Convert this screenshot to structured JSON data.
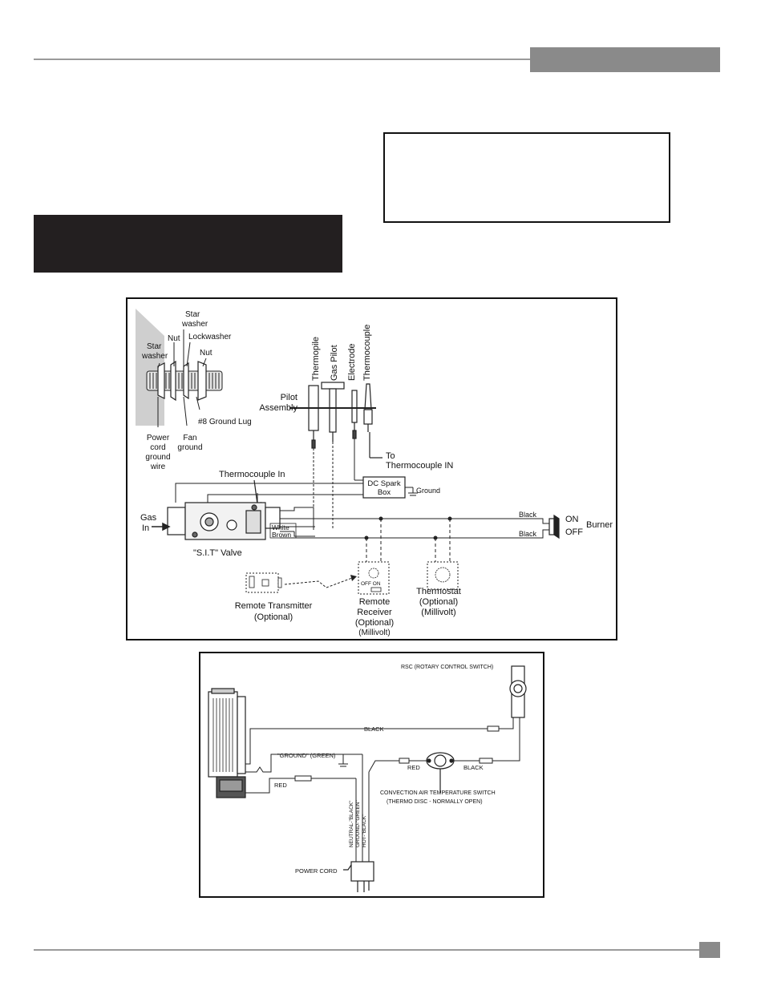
{
  "gas_diagram": {
    "labels": {
      "star_washer_top": [
        "Star",
        "washer"
      ],
      "nut_top": "Nut",
      "star_washer_left": [
        "Star",
        "washer"
      ],
      "lockwasher": "Lockwasher",
      "nut_right": "Nut",
      "ground_lug": "#8 Ground Lug",
      "power_cord_ground": [
        "Power",
        "cord",
        "ground",
        "wire"
      ],
      "fan_ground": [
        "Fan",
        "ground"
      ],
      "thermopile": "Thermopile",
      "gas_pilot": "Gas Pilot",
      "electrode": "Electrode",
      "thermocouple": "Thermocouple",
      "pilot_assembly": [
        "Pilot",
        "Assembly"
      ],
      "to_thermocouple_in": [
        "To",
        "Thermocouple IN"
      ],
      "thermocouple_in": "Thermocouple In",
      "dc_spark_box": [
        "DC Spark",
        "Box"
      ],
      "ground": "Ground",
      "gas_in": [
        "Gas",
        "In"
      ],
      "white_wire": "White",
      "brown_wire": "Brown",
      "black_wire_top": "Black",
      "black_wire_bottom": "Black",
      "on": "ON",
      "off": "OFF",
      "burner": "Burner",
      "sit_valve": "\"S.I.T\" Valve",
      "remote_transmitter": [
        "Remote Transmitter",
        "(Optional)"
      ],
      "remote_receiver": [
        "Remote",
        "Receiver",
        "(Optional)",
        "(Millivolt)"
      ],
      "receiver_switch": "OFF  ON",
      "thermostat": [
        "Thermostat",
        "(Optional)",
        "(Millivolt)"
      ]
    }
  },
  "electrical_diagram": {
    "labels": {
      "rsc": "RSC (ROTARY CONTROL SWITCH)",
      "black_top": "BLACK",
      "ground_green": "\"GROUND\" (GREEN)",
      "red_left": "RED",
      "red_mid": "RED",
      "black_mid": "BLACK",
      "switch_title": "CONVECTION AIR TEMPERATURE SWITCH",
      "switch_sub": "(THERMO DISC - NORMALLY OPEN)",
      "neutral": "NEUTRAL-\"BLACK\"",
      "ground_wire": "GROUND-\"GREEN\"",
      "hot": "HOT-\"BLACK\"",
      "power_cord": "POWER CORD"
    }
  }
}
